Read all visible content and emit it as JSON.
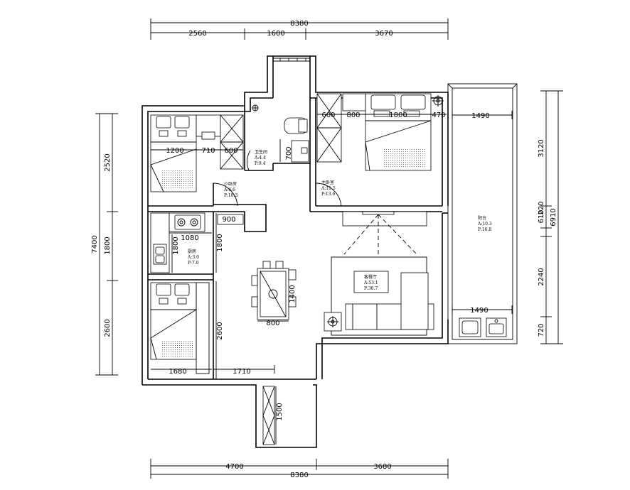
{
  "dimensions": {
    "top_total": "8380",
    "top_segments": [
      "2560",
      "1600",
      "3670"
    ],
    "bottom_total": "8380",
    "bottom_segments": [
      "4700",
      "3680"
    ],
    "left_total": "7400",
    "left_segments": [
      "2520",
      "1800",
      "2600"
    ],
    "right_total": "6910",
    "right_segments": [
      "3120",
      "610",
      "220",
      "2240",
      "720"
    ],
    "interior": {
      "bed1_width": "1200",
      "wardrobe_710": "710",
      "wardrobe_600_left": "600",
      "bath_700": "700",
      "master_600": "600",
      "master_800": "800",
      "master_1800": "1800",
      "master_470": "470",
      "balcony_1490_top": "1490",
      "kitchen_1080": "1080",
      "kitchen_900": "900",
      "kitchen_1800_a": "1800",
      "kitchen_1800_b": "1800",
      "dining_1400": "1400",
      "dining_800": "800",
      "bed2_1680": "1680",
      "bed2_2600": "2600",
      "corridor_1710": "1710",
      "entry_1500": "1500",
      "balcony_1490_bottom": "1490"
    }
  },
  "rooms": {
    "bathroom": {
      "name": "卫生间",
      "area": "A:4.4",
      "perimeter": "P:9.4"
    },
    "small_bedroom": {
      "name": "小卧房",
      "area": "A:6.6",
      "perimeter": "P:10.3"
    },
    "master_bedroom": {
      "name": "主卧室",
      "area": "A:11.5",
      "perimeter": "P:13.6"
    },
    "kitchen": {
      "name": "厨房",
      "area": "A:3.0",
      "perimeter": "P:7.0"
    },
    "living_room": {
      "name": "客餐厅",
      "area": "A:53.1",
      "perimeter": "P:30.7"
    },
    "balcony": {
      "name": "阳台",
      "area": "A:10.3",
      "perimeter": "P:16.8"
    }
  }
}
